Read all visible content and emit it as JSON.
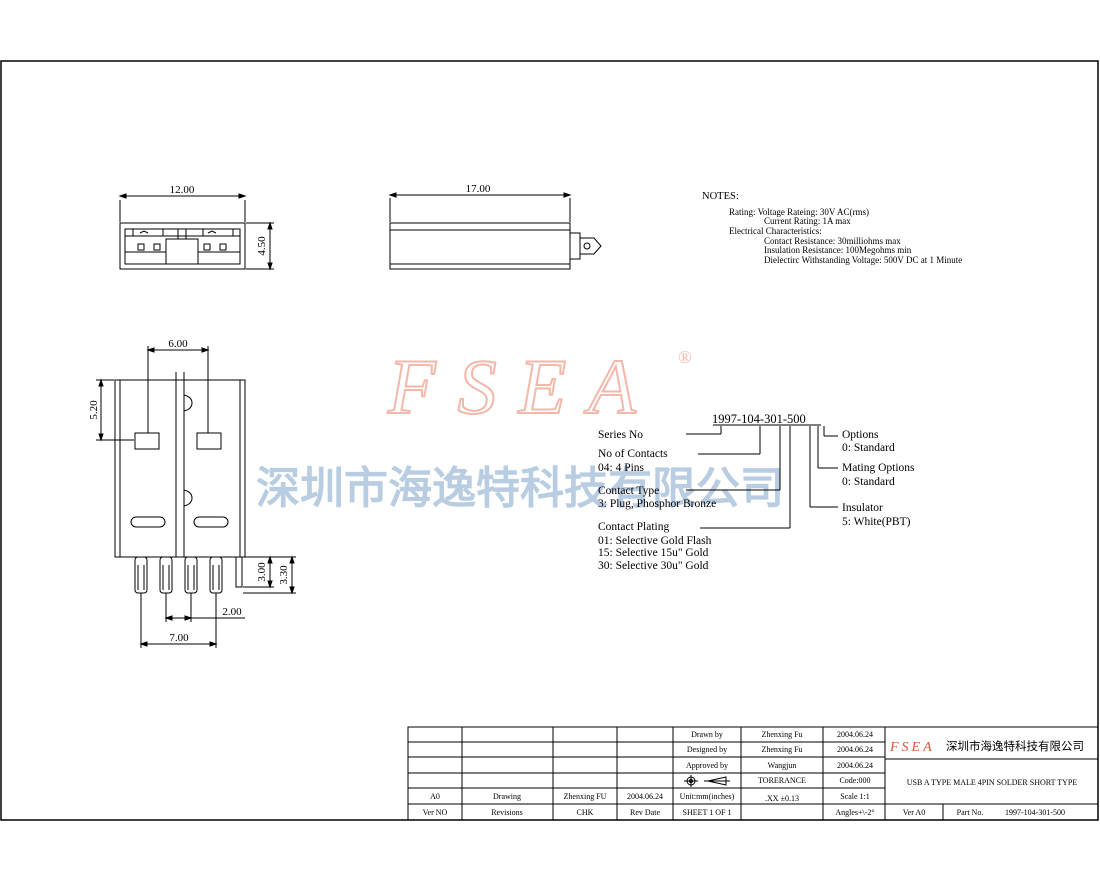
{
  "colors": {
    "watermark_red": "#f2b8aa",
    "watermark_blue": "#b9cde2",
    "line": "#000000"
  },
  "front_view": {
    "width_dim": "12.00",
    "height_dim": "4.50"
  },
  "side_view": {
    "length_dim": "17.00"
  },
  "bottom_view": {
    "dim_6": "6.00",
    "dim_5_20": "5.20",
    "dim_3_00": "3.00",
    "dim_3_30": "3.30",
    "dim_2_00": "2.00",
    "dim_7_00": "7.00"
  },
  "notes": {
    "title": "NOTES:",
    "lines": [
      "Rating: Voltage Rateing: 30V AC(rms)",
      "Current Rating: 1A max",
      "Electrical Characteristics:",
      "Contact Resistance: 30milliohms max",
      "Insulation Resistance: 100Megohms min",
      "Dielectirc Withstanding Voltage: 500V DC at 1 Minute"
    ]
  },
  "watermark": {
    "brand": "FSEA",
    "registered": "®",
    "company": "深圳市海逸特科技有限公司"
  },
  "part_code": {
    "number": "1997-104-301-500",
    "labels": [
      "Series No",
      "No of Contacts",
      "04: 4 Pins",
      "Contact Type",
      "3: Plug, Phosphor Bronze",
      "Contact Plating",
      "01: Selective Gold Flash",
      "15: Selective 15u\" Gold",
      "30: Selective 30u\" Gold",
      "Options",
      "0: Standard",
      "Mating Options",
      "0: Standard",
      "Insulator",
      "5: White(PBT)"
    ]
  },
  "title_block": {
    "drawn_label": "Drawn   by",
    "drawn_name": "Zhenxing Fu",
    "drawn_date": "2004.06.24",
    "designed_label": "Designed by",
    "designed_name": "Zhenxing Fu",
    "designed_date": "2004.06.24",
    "approved_label": "Approved by",
    "approved_name": "Wangjun",
    "approved_date": "2004.06.24",
    "tolerance": "TORERANCE",
    "code": "Code:000",
    "unit": "Unit:mm(inches)",
    "tol_value": ".XX  ±0.13",
    "scale": "Scale 1:1",
    "sheet": "SHEET 1 OF 1",
    "angles": "Angles+\\-2°",
    "rev_a0": "A0",
    "rev_drawing": "Drawing",
    "rev_name": "Zhenxing FU",
    "rev_date": "2004.06.24",
    "hdr_verno": "Ver NO",
    "hdr_revisions": "Revisions",
    "hdr_chk": "CHK",
    "hdr_revdate": "Rev Date",
    "logo": "FSEA",
    "company": "深圳市海逸特科技有限公司",
    "part_title": "USB A TYPE MALE 4PIN SOLDER SHORT TYPE",
    "ver_label": "Ver A0",
    "part_label": "Part No.",
    "part_no": "1997-104-301-500"
  }
}
